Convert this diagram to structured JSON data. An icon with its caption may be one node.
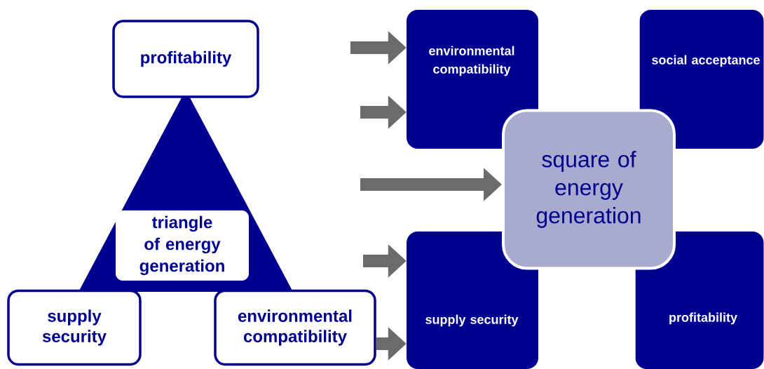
{
  "diagram": {
    "nodes": [
      {
        "text": [
          "profitability"
        ]
      },
      {
        "text": [
          "triangle of energy generation"
        ]
      },
      {
        "text": [
          "supply security"
        ]
      },
      {
        "text": [
          "environmental compatibility"
        ]
      },
      {
        "text": [
          "environmental compatibility"
        ]
      },
      {
        "text": [
          "social acceptance"
        ]
      },
      {
        "text": [
          "supply security"
        ]
      },
      {
        "text": [
          "profitability"
        ]
      },
      {
        "text": [
          "square of energy generation"
        ]
      }
    ],
    "edges": [
      {
        "from": null,
        "to": 4,
        "arrow": "to"
      },
      {
        "from": null,
        "to": 4,
        "arrow": "to"
      },
      {
        "from": null,
        "to": 8,
        "arrow": "to"
      },
      {
        "from": null,
        "to": 6,
        "arrow": "to"
      },
      {
        "from": 3,
        "to": 6,
        "arrow": "to"
      }
    ]
  }
}
